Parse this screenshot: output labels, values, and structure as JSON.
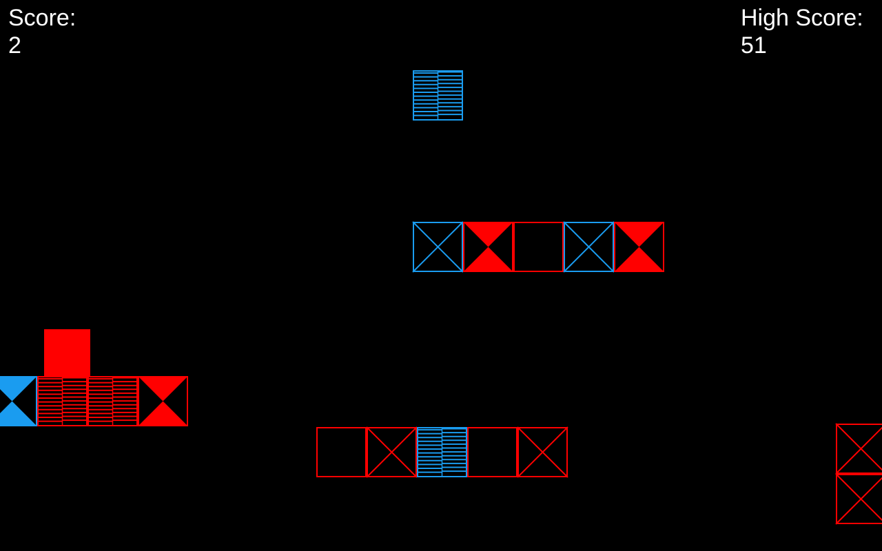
{
  "hud": {
    "score_label": "Score:",
    "score_value": "2",
    "high_score_label": "High Score:",
    "high_score_value": "51"
  },
  "colors": {
    "red": "#ff0000",
    "blue": "#1a9cf0",
    "background": "#000000"
  },
  "tile_types": [
    "empty",
    "cross",
    "hourglass",
    "striped",
    "solid"
  ],
  "rows": [
    {
      "name": "falling-piece",
      "tiles": [
        {
          "type": "striped",
          "color": "blue"
        }
      ]
    },
    {
      "name": "row-upper",
      "tiles": [
        {
          "type": "cross",
          "color": "blue"
        },
        {
          "type": "hourglass",
          "color": "red"
        },
        {
          "type": "empty",
          "color": "red"
        },
        {
          "type": "cross",
          "color": "blue"
        },
        {
          "type": "hourglass",
          "color": "red"
        }
      ]
    },
    {
      "name": "row-left",
      "tiles": [
        {
          "type": "hourglass",
          "color": "blue"
        },
        {
          "type": "striped",
          "color": "red"
        },
        {
          "type": "striped",
          "color": "red"
        },
        {
          "type": "hourglass",
          "color": "red"
        }
      ]
    },
    {
      "name": "player",
      "tiles": [
        {
          "type": "solid",
          "color": "red"
        }
      ]
    },
    {
      "name": "row-lower",
      "tiles": [
        {
          "type": "empty",
          "color": "red"
        },
        {
          "type": "cross",
          "color": "red"
        },
        {
          "type": "striped",
          "color": "blue"
        },
        {
          "type": "empty",
          "color": "red"
        },
        {
          "type": "cross",
          "color": "red"
        }
      ]
    },
    {
      "name": "column-right",
      "tiles": [
        {
          "type": "cross",
          "color": "red"
        },
        {
          "type": "cross",
          "color": "red"
        }
      ]
    }
  ]
}
